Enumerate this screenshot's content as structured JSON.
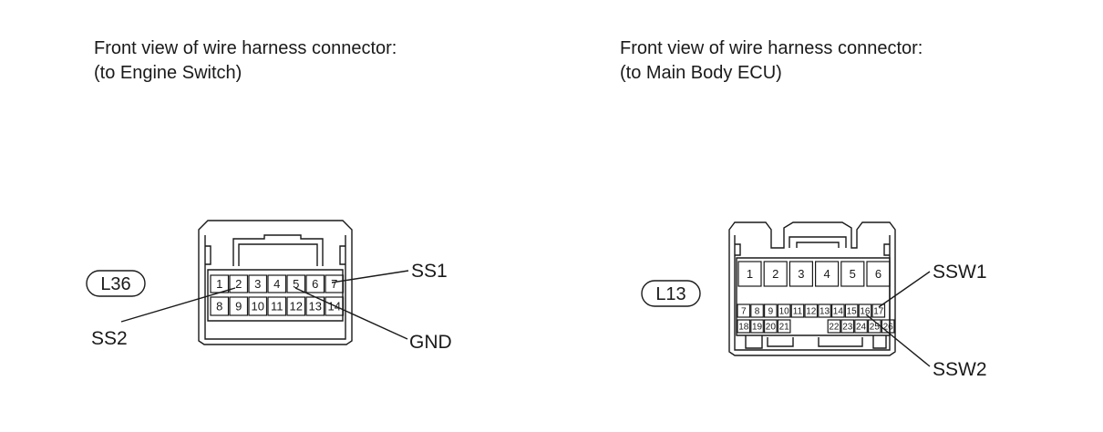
{
  "left": {
    "title_line1": "Front view of wire harness connector:",
    "title_line2": "(to Engine Switch)",
    "connector_id": "L36",
    "pins_row1": [
      "1",
      "2",
      "3",
      "4",
      "5",
      "6",
      "7"
    ],
    "pins_row2": [
      "8",
      "9",
      "10",
      "11",
      "12",
      "13",
      "14"
    ],
    "signals": {
      "ss1": "SS1",
      "ss2": "SS2",
      "gnd": "GND"
    }
  },
  "right": {
    "title_line1": "Front view of wire harness connector:",
    "title_line2": "(to Main Body ECU)",
    "connector_id": "L13",
    "pins_row1": [
      "1",
      "2",
      "3",
      "4",
      "5",
      "6"
    ],
    "pins_row2": [
      "7",
      "8",
      "9",
      "10",
      "11",
      "12",
      "13",
      "14",
      "15",
      "16",
      "17"
    ],
    "pins_row3": [
      "18",
      "19",
      "20",
      "21",
      "22",
      "23",
      "24",
      "25",
      "26"
    ],
    "signals": {
      "ssw1": "SSW1",
      "ssw2": "SSW2"
    }
  }
}
